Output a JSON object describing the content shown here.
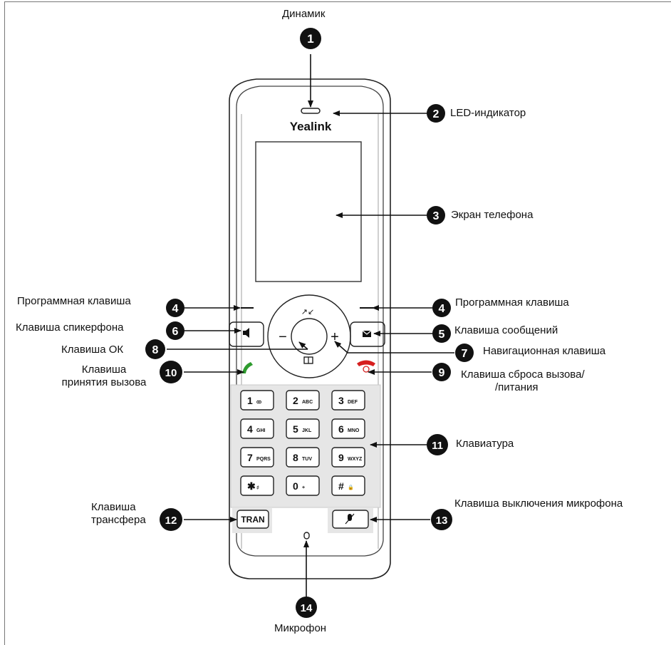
{
  "brand": "Yealink",
  "callouts": [
    {
      "num": "1",
      "text": "Динамик"
    },
    {
      "num": "2",
      "text": "LED-индикатор"
    },
    {
      "num": "3",
      "text": "Экран телефона"
    },
    {
      "num": "4",
      "text": "Программная клавиша"
    },
    {
      "num": "4",
      "text": "Программная клавиша"
    },
    {
      "num": "6",
      "text": "Клавиша спикерфона"
    },
    {
      "num": "5",
      "text": "Клавиша сообщений"
    },
    {
      "num": "8",
      "text": "Клавиша ОК"
    },
    {
      "num": "7",
      "text": "Навигационная клавиша"
    },
    {
      "num": "10",
      "text": "Клавиша",
      "text2": "принятия вызова"
    },
    {
      "num": "9",
      "text": "Клавиша сброса вызова/",
      "text2": "/питания"
    },
    {
      "num": "11",
      "text": "Клавиатура"
    },
    {
      "num": "12",
      "text": "Клавиша",
      "text2": "трансфера"
    },
    {
      "num": "13",
      "text": "Клавиша выключения микрофона"
    },
    {
      "num": "14",
      "text": "Микрофон"
    }
  ],
  "keypad": [
    {
      "main": "1",
      "sub": "ꝏ"
    },
    {
      "main": "2",
      "sub": "ABC"
    },
    {
      "main": "3",
      "sub": "DEF"
    },
    {
      "main": "4",
      "sub": "GHI"
    },
    {
      "main": "5",
      "sub": "JKL"
    },
    {
      "main": "6",
      "sub": "MNO"
    },
    {
      "main": "7",
      "sub": "PQRS"
    },
    {
      "main": "8",
      "sub": "TUV"
    },
    {
      "main": "9",
      "sub": "WXYZ"
    },
    {
      "main": "✱",
      "sub": "♯"
    },
    {
      "main": "0",
      "sub": "+"
    },
    {
      "main": "#",
      "sub": "🔒"
    }
  ],
  "tran_key": "TRAN",
  "colors": {
    "answer": "#2e9b2e",
    "hangup": "#d61f1f",
    "keypad_bg": "#e6e6e6",
    "badge": "#111111"
  }
}
